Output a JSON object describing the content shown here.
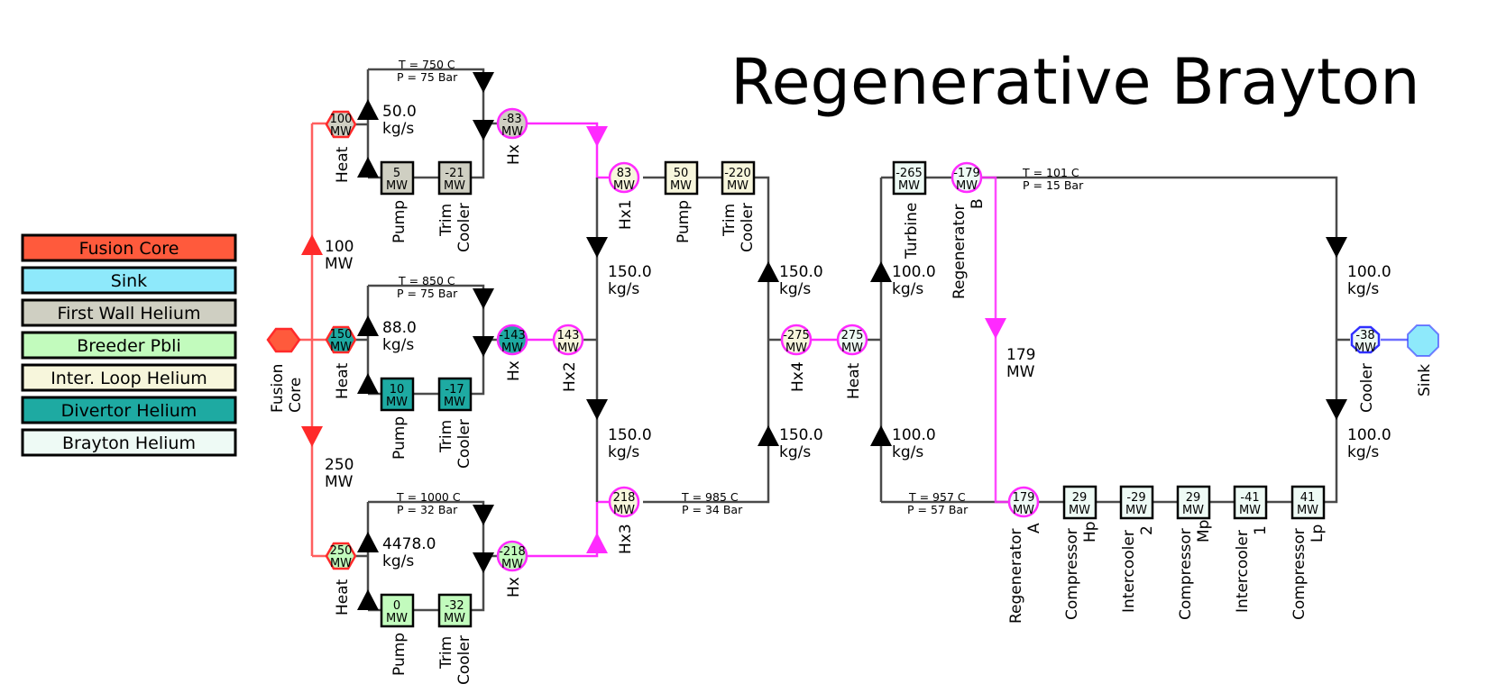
{
  "title": "Regenerative Brayton",
  "colors": {
    "fusion_core": "#ff5a3c",
    "sink": "#8ee9fb",
    "first_wall": "#cfcfc2",
    "breeder": "#c2fbbd",
    "inter_loop": "#f7f6dc",
    "divertor": "#1eaaa2",
    "brayton": "#eefaf5",
    "red_line": "#ff2a2a",
    "magenta_line": "#ff2aff",
    "blue_line": "#3030ff",
    "gray_line": "#4a4a4a"
  },
  "legend": [
    {
      "label": "Fusion Core",
      "color": "#ff5a3c"
    },
    {
      "label": "Sink",
      "color": "#8ee9fb"
    },
    {
      "label": "First Wall Helium",
      "color": "#cfcfc2"
    },
    {
      "label": "Breeder Pbli",
      "color": "#c2fbbd"
    },
    {
      "label": "Inter. Loop Helium",
      "color": "#f7f6dc"
    },
    {
      "label": "Divertor Helium",
      "color": "#1eaaa2"
    },
    {
      "label": "Brayton Helium",
      "color": "#eefaf5"
    }
  ],
  "core": {
    "label_line1": "Fusion",
    "label_line2": "Core",
    "branch_flows": [
      {
        "line1": "100",
        "line2": "MW"
      },
      {
        "line1": "250",
        "line2": "MW"
      }
    ]
  },
  "loops": [
    {
      "name": "first-wall",
      "heat": {
        "value": "100",
        "unit": "MW",
        "label": "Heat"
      },
      "flow": {
        "line1": "50.0",
        "line2": "kg/s"
      },
      "state": {
        "t": "T = 750 C",
        "p": "P = 75 Bar"
      },
      "pump": {
        "value": "5",
        "unit": "MW",
        "label": "Pump"
      },
      "trim": {
        "value": "-21",
        "unit": "MW",
        "label_line1": "Trim",
        "label_line2": "Cooler"
      },
      "hx": {
        "value": "-83",
        "unit": "MW",
        "label": "Hx"
      }
    },
    {
      "name": "divertor",
      "heat": {
        "value": "150",
        "unit": "MW",
        "label": "Heat"
      },
      "flow": {
        "line1": "88.0",
        "line2": "kg/s"
      },
      "state": {
        "t": "T = 850 C",
        "p": "P = 75 Bar"
      },
      "pump": {
        "value": "10",
        "unit": "MW",
        "label": "Pump"
      },
      "trim": {
        "value": "-17",
        "unit": "MW",
        "label_line1": "Trim",
        "label_line2": "Cooler"
      },
      "hx": {
        "value": "-143",
        "unit": "MW",
        "label": "Hx"
      }
    },
    {
      "name": "breeder",
      "heat": {
        "value": "250",
        "unit": "MW",
        "label": "Heat"
      },
      "flow": {
        "line1": "4478.0",
        "line2": "kg/s"
      },
      "state": {
        "t": "T = 1000 C",
        "p": "P = 32 Bar"
      },
      "pump": {
        "value": "0",
        "unit": "MW",
        "label": "Pump"
      },
      "trim": {
        "value": "-32",
        "unit": "MW",
        "label_line1": "Trim",
        "label_line2": "Cooler"
      },
      "hx": {
        "value": "-218",
        "unit": "MW",
        "label": "Hx"
      }
    }
  ],
  "inter_loop": {
    "hx1": {
      "value": "83",
      "unit": "MW",
      "label": "Hx1"
    },
    "pump": {
      "value": "50",
      "unit": "MW",
      "label": "Pump"
    },
    "trim": {
      "value": "-220",
      "unit": "MW",
      "label_line1": "Trim",
      "label_line2": "Cooler"
    },
    "hx2": {
      "value": "143",
      "unit": "MW",
      "label": "Hx2"
    },
    "hx3": {
      "value": "218",
      "unit": "MW",
      "label": "Hx3"
    },
    "hx4": {
      "value": "-275",
      "unit": "MW",
      "label": "Hx4"
    },
    "flow_left_upper": {
      "line1": "150.0",
      "line2": "kg/s"
    },
    "flow_left_lower": {
      "line1": "150.0",
      "line2": "kg/s"
    },
    "flow_right_upper": {
      "line1": "150.0",
      "line2": "kg/s"
    },
    "flow_right_lower": {
      "line1": "150.0",
      "line2": "kg/s"
    },
    "state": {
      "t": "T = 985 C",
      "p": "P = 34 Bar"
    }
  },
  "brayton": {
    "heat": {
      "value": "275",
      "unit": "MW",
      "label": "Heat"
    },
    "turbine": {
      "value": "-265",
      "unit": "MW",
      "label": "Turbine"
    },
    "regen_b": {
      "value": "-179",
      "unit": "MW",
      "label_line1": "Regenerator",
      "label_line2": "B"
    },
    "regen_a": {
      "value": "179",
      "unit": "MW",
      "label_line1": "Regenerator",
      "label_line2": "A"
    },
    "regen_flow": {
      "line1": "179",
      "line2": "MW"
    },
    "state_top": {
      "t": "T = 101 C",
      "p": "P = 15 Bar"
    },
    "state_bottom": {
      "t": "T = 957 C",
      "p": "P = 57 Bar"
    },
    "flow_left_upper": {
      "line1": "100.0",
      "line2": "kg/s"
    },
    "flow_left_lower": {
      "line1": "100.0",
      "line2": "kg/s"
    },
    "flow_right_upper": {
      "line1": "100.0",
      "line2": "kg/s"
    },
    "flow_right_lower": {
      "line1": "100.0",
      "line2": "kg/s"
    },
    "comp_hp": {
      "value": "29",
      "unit": "MW",
      "label_line1": "Compressor",
      "label_line2": "Hp"
    },
    "intercooler2": {
      "value": "-29",
      "unit": "MW",
      "label_line1": "Intercooler",
      "label_line2": "2"
    },
    "comp_mp": {
      "value": "29",
      "unit": "MW",
      "label_line1": "Compressor",
      "label_line2": "Mp"
    },
    "intercooler1": {
      "value": "-41",
      "unit": "MW",
      "label_line1": "Intercooler",
      "label_line2": "1"
    },
    "comp_lp": {
      "value": "41",
      "unit": "MW",
      "label_line1": "Compressor",
      "label_line2": "Lp"
    },
    "cooler": {
      "value": "-38",
      "unit": "MW",
      "label": "Cooler"
    }
  },
  "sink": {
    "label": "Sink"
  }
}
